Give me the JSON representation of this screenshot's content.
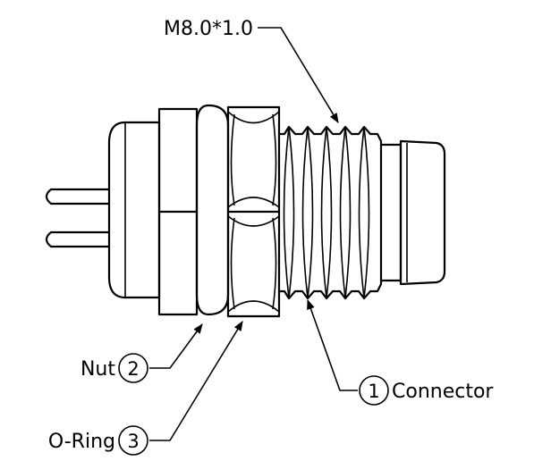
{
  "thread_spec": "M8.0*1.0",
  "callouts": [
    {
      "number": "1",
      "label": "Connector"
    },
    {
      "number": "2",
      "label": "Nut"
    },
    {
      "number": "3",
      "label": "O-Ring"
    }
  ]
}
